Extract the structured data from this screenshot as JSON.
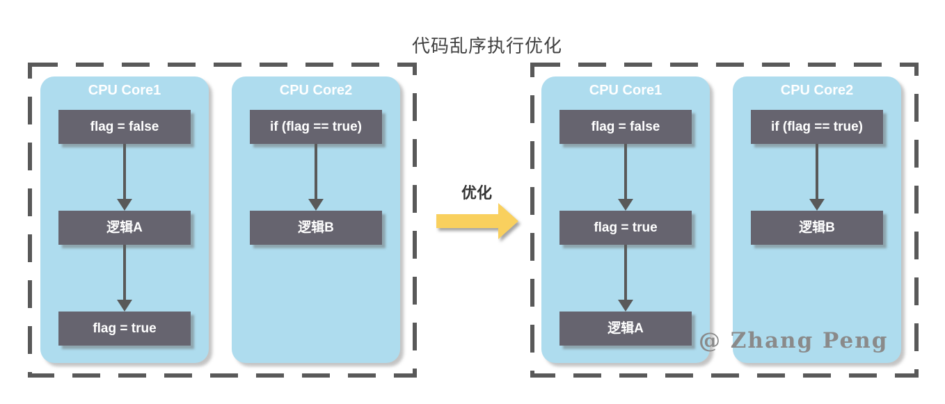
{
  "title": "代码乱序执行优化",
  "transform_label": "优化",
  "watermark": "@ Zhang Peng",
  "colors": {
    "panel_blue": "#aedcee",
    "step_box_dark": "#66646f",
    "connector_gray": "#595959",
    "dashed_border_gray": "#595959",
    "optimize_arrow_yellow": "#f9d05e",
    "watermark_gray": "#8a8a8a",
    "title_text": "#3f3f3f"
  },
  "before": {
    "cores": [
      {
        "name": "CPU Core1",
        "steps": [
          "flag = false",
          "逻辑A",
          "flag = true"
        ]
      },
      {
        "name": "CPU Core2",
        "steps": [
          "if (flag == true)",
          "逻辑B"
        ]
      }
    ]
  },
  "after": {
    "cores": [
      {
        "name": "CPU Core1",
        "steps": [
          "flag = false",
          "flag = true",
          "逻辑A"
        ]
      },
      {
        "name": "CPU Core2",
        "steps": [
          "if (flag == true)",
          "逻辑B"
        ]
      }
    ]
  }
}
